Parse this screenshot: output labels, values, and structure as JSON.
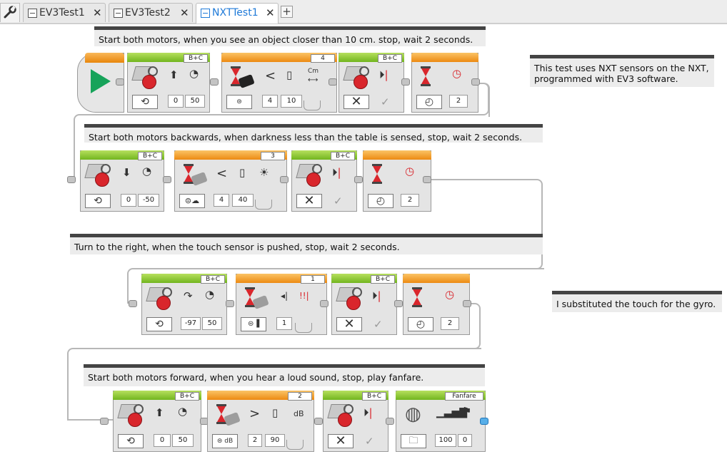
{
  "tabs": [
    {
      "label": "EV3Test1",
      "active": false
    },
    {
      "label": "EV3Test2",
      "active": false
    },
    {
      "label": "NXTTest1",
      "active": true
    }
  ],
  "tabs_close_glyph": "✕",
  "add_tab_glyph": "+",
  "comments": {
    "c1": "Start both motors, when you see an object closer than 10 cm. stop, wait 2 seconds.",
    "c2": "Start both motors backwards, when darkness less than the table is sensed, stop, wait 2 seconds.",
    "c3": "Turn to the right, when the touch sensor is pushed, stop, wait 2 seconds.",
    "c4": "Start both motors forward, when you hear a loud sound, stop, play fanfare.",
    "side1": "This test uses NXT sensors on the NXT, programmed with EV3 software.",
    "side2": "I substituted the touch for the gyro."
  },
  "rows": {
    "r1": {
      "steer_port": "B+C",
      "steer_steering": "0",
      "steer_power": "50",
      "wait_port": "4",
      "wait_compare": "<",
      "wait_unit": "Cm",
      "wait_type": "4",
      "wait_threshold": "10",
      "stop_port": "B+C",
      "timer_seconds": "2"
    },
    "r2": {
      "steer_port": "B+C",
      "steer_steering": "0",
      "steer_power": "-50",
      "wait_port": "3",
      "wait_compare": "<",
      "wait_type": "4",
      "wait_threshold": "40",
      "stop_port": "B+C",
      "timer_seconds": "2"
    },
    "r3": {
      "steer_port": "B+C",
      "steer_steering": "-97",
      "steer_power": "50",
      "wait_port": "1",
      "wait_state": "1",
      "stop_port": "B+C",
      "timer_seconds": "2"
    },
    "r4": {
      "steer_port": "B+C",
      "steer_steering": "0",
      "steer_power": "50",
      "wait_port": "2",
      "wait_compare": ">",
      "wait_unit": "dB",
      "wait_type": "2",
      "wait_threshold": "90",
      "stop_port": "B+C",
      "sound_name": "Fanfare",
      "sound_volume": "100",
      "sound_play_type": "0"
    }
  },
  "icons": {
    "tool": "wrench-icon",
    "tab": "program-tab-icon",
    "start": "play-icon",
    "steer": "steering-motor-icon",
    "wait": "hourglass-icon",
    "stop": "stop-icon",
    "timer": "stopwatch-icon",
    "sound": "speaker-icon",
    "volume": "volume-bars-icon",
    "flag": "checkered-flag-icon"
  }
}
